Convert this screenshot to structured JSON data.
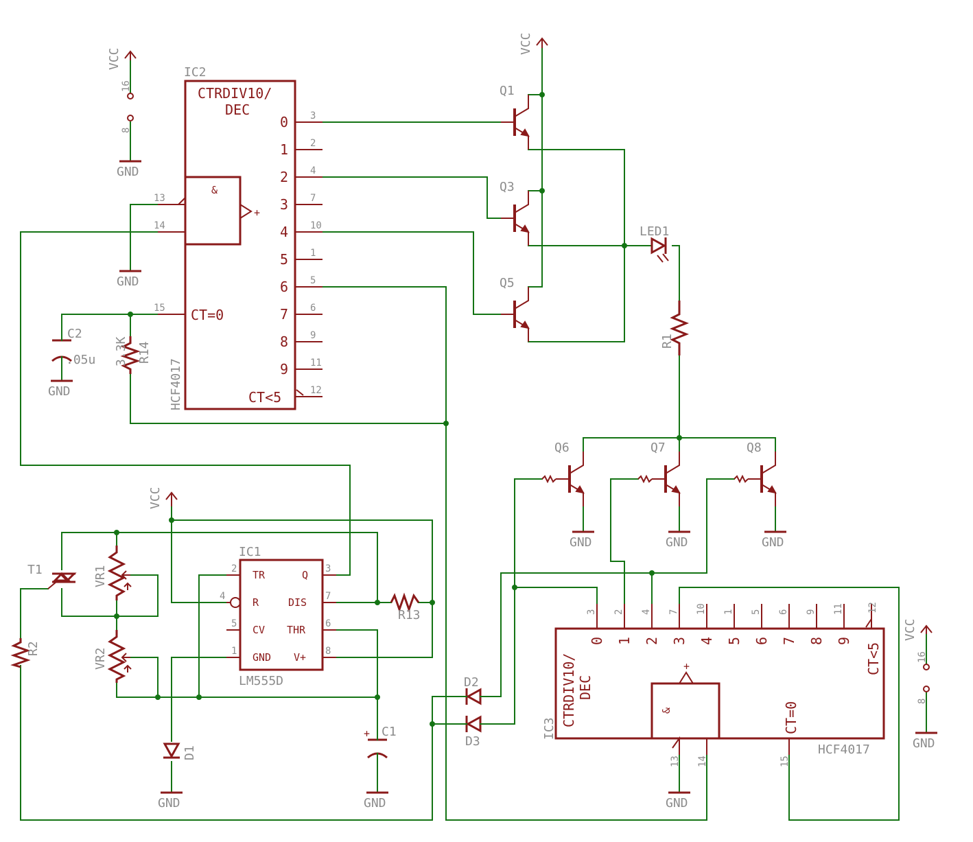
{
  "supply": {
    "vcc": "VCC",
    "gnd": "GND",
    "pin16": "16",
    "pin8": "8"
  },
  "ic2": {
    "ref": "IC2",
    "part": "HCF4017",
    "func1": "CTRDIV10/",
    "func2": "DEC",
    "and": "&",
    "plus": "+",
    "ct0": "CT=0",
    "ct5": "CT<5",
    "in_pins": [
      "13",
      "14",
      "15"
    ],
    "outputs": [
      {
        "q": "0",
        "pin": "3"
      },
      {
        "q": "1",
        "pin": "2"
      },
      {
        "q": "2",
        "pin": "4"
      },
      {
        "q": "3",
        "pin": "7"
      },
      {
        "q": "4",
        "pin": "10"
      },
      {
        "q": "5",
        "pin": "1"
      },
      {
        "q": "6",
        "pin": "5"
      },
      {
        "q": "7",
        "pin": "6"
      },
      {
        "q": "8",
        "pin": "9"
      },
      {
        "q": "9",
        "pin": "11"
      }
    ],
    "ct5_pin": "12"
  },
  "ic3": {
    "ref": "IC3",
    "part": "HCF4017",
    "func1": "CTRDIV10/",
    "func2": "DEC",
    "and": "&",
    "plus": "+",
    "ct0": "CT=0",
    "ct5": "CT<5",
    "outputs": [
      {
        "q": "0",
        "pin": "3"
      },
      {
        "q": "1",
        "pin": "2"
      },
      {
        "q": "2",
        "pin": "4"
      },
      {
        "q": "3",
        "pin": "7"
      },
      {
        "q": "4",
        "pin": "10"
      },
      {
        "q": "5",
        "pin": "1"
      },
      {
        "q": "6",
        "pin": "5"
      },
      {
        "q": "7",
        "pin": "6"
      },
      {
        "q": "8",
        "pin": "9"
      },
      {
        "q": "9",
        "pin": "11"
      }
    ],
    "ct5_pin": "12",
    "pin13": "13",
    "pin14": "14",
    "pin15": "15"
  },
  "ic1": {
    "ref": "IC1",
    "part": "LM555D",
    "pins": [
      {
        "name": "TR",
        "num": "2"
      },
      {
        "name": "R",
        "num": "4"
      },
      {
        "name": "CV",
        "num": "5"
      },
      {
        "name": "GND",
        "num": "1"
      },
      {
        "name": "Q",
        "num": "3"
      },
      {
        "name": "DIS",
        "num": "7"
      },
      {
        "name": "THR",
        "num": "6"
      },
      {
        "name": "V+",
        "num": "8"
      }
    ]
  },
  "transistors": [
    "Q1",
    "Q3",
    "Q5",
    "Q6",
    "Q7",
    "Q8"
  ],
  "led": "LED1",
  "resistors": {
    "r1": "R1",
    "r2": "R2",
    "r13": "R13",
    "r14": "R14",
    "r14_value": "3.3K"
  },
  "caps": {
    "c1": "C1",
    "c2": "C2",
    "c2_value": ".05u",
    "c1_plus": "+",
    "c2_plus": "+"
  },
  "pots": [
    "VR1",
    "VR2"
  ],
  "diodes": [
    "D1",
    "D2",
    "D3"
  ],
  "triac": "T1",
  "colors": {
    "wire": "#147414",
    "symbol": "#8a1a1a",
    "label": "#8c8c8c"
  }
}
